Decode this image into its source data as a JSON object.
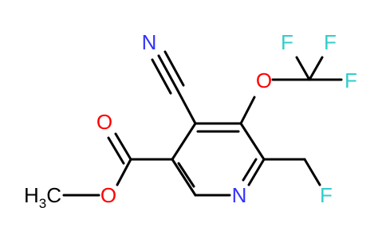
{
  "molecule": {
    "atoms": {
      "n_nitrile": "N",
      "o_ether": "O",
      "f1": "F",
      "f2": "F",
      "f3": "F",
      "o_carbonyl": "O",
      "o_ester": "O",
      "methyl_h": "H",
      "methyl_sub": "3",
      "methyl_c": "C",
      "n_ring": "N",
      "f_fluoromethyl": "F"
    },
    "colors": {
      "bond": "#000000",
      "nitrogen": "#3333ff",
      "oxygen": "#ff0000",
      "fluorine": "#33cccc",
      "carbon": "#000000"
    }
  }
}
